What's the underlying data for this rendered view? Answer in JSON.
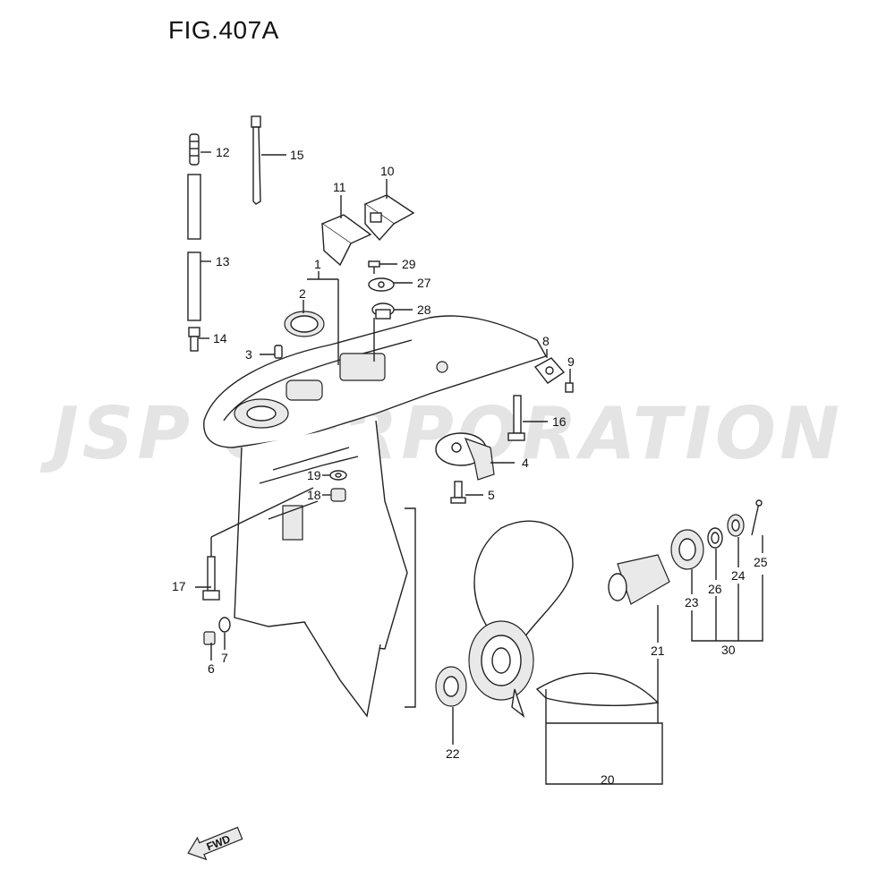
{
  "figure": {
    "title": "FIG.407A"
  },
  "watermark": {
    "text": "JSP CORPORATION"
  },
  "fwd_label": "FWD",
  "callouts": [
    {
      "id": "12",
      "label": "12"
    },
    {
      "id": "15",
      "label": "15"
    },
    {
      "id": "10",
      "label": "10"
    },
    {
      "id": "11",
      "label": "11"
    },
    {
      "id": "13",
      "label": "13"
    },
    {
      "id": "29",
      "label": "29"
    },
    {
      "id": "1",
      "label": "1"
    },
    {
      "id": "27",
      "label": "27"
    },
    {
      "id": "2",
      "label": "2"
    },
    {
      "id": "28",
      "label": "28"
    },
    {
      "id": "14",
      "label": "14"
    },
    {
      "id": "3",
      "label": "3"
    },
    {
      "id": "8",
      "label": "8"
    },
    {
      "id": "9",
      "label": "9"
    },
    {
      "id": "16",
      "label": "16"
    },
    {
      "id": "4",
      "label": "4"
    },
    {
      "id": "19",
      "label": "19"
    },
    {
      "id": "18",
      "label": "18"
    },
    {
      "id": "5",
      "label": "5"
    },
    {
      "id": "25",
      "label": "25"
    },
    {
      "id": "17",
      "label": "17"
    },
    {
      "id": "26",
      "label": "26"
    },
    {
      "id": "24",
      "label": "24"
    },
    {
      "id": "23",
      "label": "23"
    },
    {
      "id": "6",
      "label": "6"
    },
    {
      "id": "7",
      "label": "7"
    },
    {
      "id": "21",
      "label": "21"
    },
    {
      "id": "30",
      "label": "30"
    },
    {
      "id": "22",
      "label": "22"
    },
    {
      "id": "20",
      "label": "20"
    }
  ]
}
